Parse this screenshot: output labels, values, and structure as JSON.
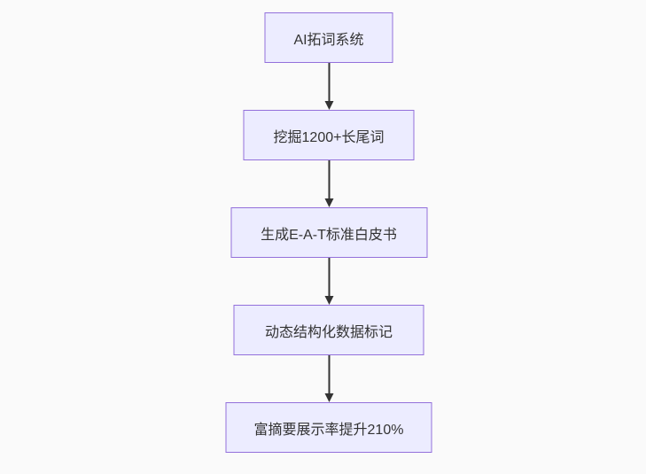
{
  "diagram": {
    "type": "flowchart",
    "direction": "top-down",
    "colors": {
      "background": "#fafafa",
      "node_fill": "#ececff",
      "node_border": "#9370db",
      "node_text": "#333333",
      "arrow": "#333333"
    },
    "nodes": [
      {
        "id": "ai-keyword-system",
        "label": "AI拓词系统"
      },
      {
        "id": "mine-longtail-keywords",
        "label": "挖掘1200+长尾词"
      },
      {
        "id": "generate-eat-whitepaper",
        "label": "生成E-A-T标准白皮书"
      },
      {
        "id": "dynamic-structured-data",
        "label": "动态结构化数据标记"
      },
      {
        "id": "rich-snippet-rate",
        "label": "富摘要展示率提升210%"
      }
    ],
    "edges": [
      {
        "from": "ai-keyword-system",
        "to": "mine-longtail-keywords"
      },
      {
        "from": "mine-longtail-keywords",
        "to": "generate-eat-whitepaper"
      },
      {
        "from": "generate-eat-whitepaper",
        "to": "dynamic-structured-data"
      },
      {
        "from": "dynamic-structured-data",
        "to": "rich-snippet-rate"
      }
    ]
  }
}
